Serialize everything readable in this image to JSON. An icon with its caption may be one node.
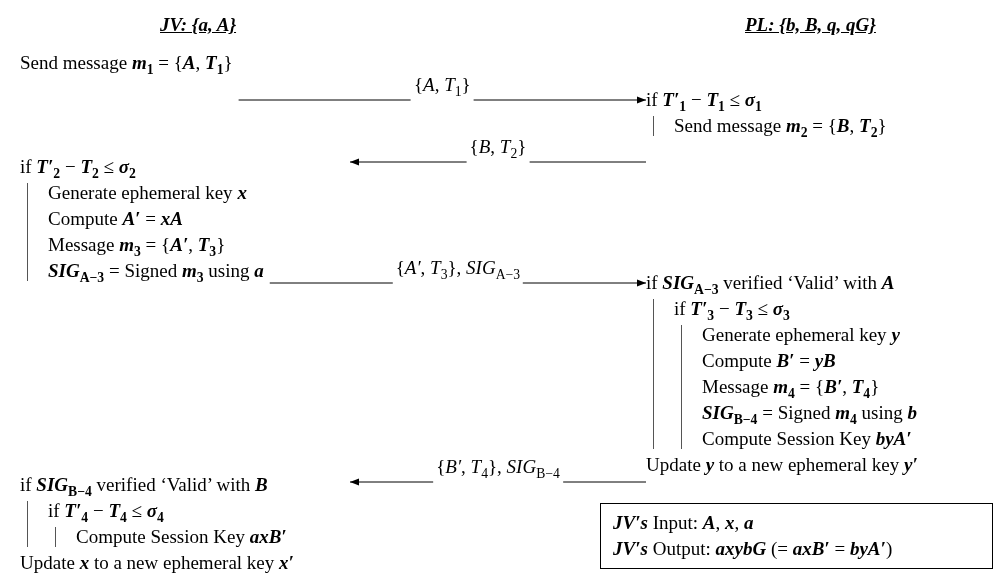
{
  "diagram": {
    "nodes": [
      {
        "text": [
          "Send message **m**$_{1}$ = {**A**, **T**$_{1}$}"
        ]
      },
      {
        "text": [
          "if **T′**$_{1}$ − **T**$_{1}$ ≤ **σ**$_{1}$",
          "Send message **m**$_{2}$ = {**B**, **T**$_{2}$}"
        ]
      },
      {
        "text": [
          "if **T′**$_{2}$ − **T**$_{2}$ ≤ **σ**$_{2}$",
          "Generate ephemeral key **x**",
          "Compute **A′** = **xA**",
          "Message **m**$_{3}$ = {**A′**, **T**$_{3}$}",
          "**SIG**$_{A−3}$ = Signed **m**$_{3}$ using **a**"
        ]
      },
      {
        "text": [
          "if **SIG**$_{A−3}$ verified ‘Valid’ with **A**",
          "if **T′**$_{3}$ − **T**$_{3}$ ≤ **σ**$_{3}$",
          "Generate ephemeral key **y**",
          "Compute **B′** = **yB**",
          "Message **m**$_{4}$ = {**B′**, **T**$_{4}$}",
          "**SIG**$_{B−4}$ = Signed **m**$_{4}$ using **b**",
          "Compute Session Key **byA′**",
          "Update **y** to a new ephemeral key **y′**"
        ]
      },
      {
        "text": [
          "if **SIG**$_{B−4}$ verified ‘Valid’ with **B**",
          "if **T′**$_{4}$ − **T**$_{4}$ ≤ **σ**$_{4}$",
          "Compute Session Key **axB′**",
          "Update **x** to a new ephemeral key **x′**"
        ]
      },
      {
        "text": [
          "**JV′s** Input: **A**, **x**, **a**",
          "**JV′s** Output: **axybG** (= **axB′** = **byA′**)"
        ]
      }
    ],
    "edges": [
      {
        "from": 0,
        "to": 1,
        "arrow": "to",
        "label": "{*A*, *T*$_{1}$}"
      },
      {
        "from": 1,
        "to": 2,
        "arrow": "to",
        "label": "{*B*, *T*$_{2}$}"
      },
      {
        "from": 2,
        "to": 3,
        "arrow": "to",
        "label": "{*A′*, *T*$_{3}$}, *SIG*$_{A−3}$"
      },
      {
        "from": 3,
        "to": 4,
        "arrow": "to",
        "label": "{*B′*, *T*$_{4}$}, *SIG*$_{B−4}$"
      }
    ],
    "labels": [
      "JV: {a, A}",
      "PL: {b, B, q, qG}"
    ]
  }
}
